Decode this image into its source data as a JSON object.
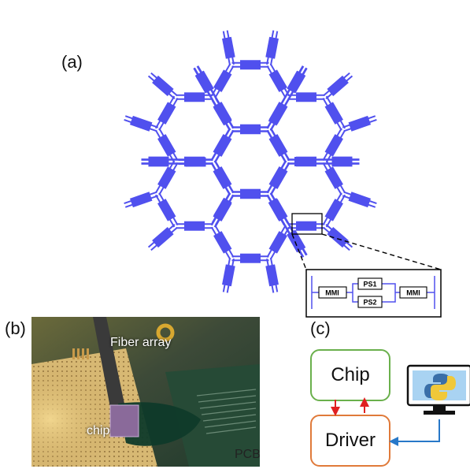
{
  "panels": {
    "a": "(a)",
    "b": "(b)",
    "c": "(c)"
  },
  "inset": {
    "mmi_left": "MMI",
    "mmi_right": "MMI",
    "ps_top": "PS1",
    "ps_bottom": "PS2"
  },
  "photo": {
    "fiber_label": "Fiber array",
    "chip_label": "chip",
    "pcb_label": "PCB"
  },
  "block": {
    "chip_label": "Chip",
    "driver_label": "Driver"
  },
  "colors": {
    "waveguide": "#5050ee",
    "chip_border": "#6ab04c",
    "driver_border": "#e07a3a",
    "arrow_red": "#e02020",
    "arrow_blue": "#2878c8"
  }
}
